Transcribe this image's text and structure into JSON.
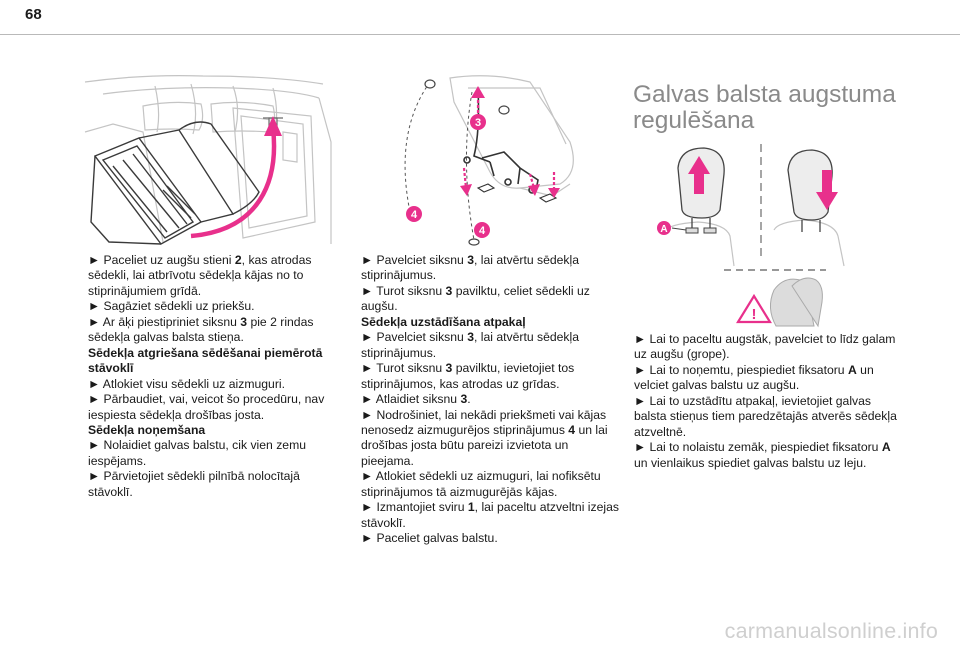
{
  "page_number": "68",
  "heading": [
    "Galvas balsta augstuma",
    "regulēšana"
  ],
  "figures": {
    "label_3": "3",
    "label_4a": "4",
    "label_4b": "4",
    "label_a": "A",
    "warning_symbol": "!",
    "accent_color": "#e8308c"
  },
  "col1": [
    {
      "type": "b",
      "parts": [
        "► Paceliet uz augšu stieni ",
        "2",
        ", kas atrodas sēdekli, lai atbrīvotu sēdekļa kājas no to stiprinājumiem grīdā."
      ]
    },
    {
      "type": "b",
      "parts": [
        "► Sagāziet sēdekli uz priekšu."
      ]
    },
    {
      "type": "b",
      "parts": [
        "► Ar āķi piestipriniet siksnu ",
        "3",
        " pie 2 rindas sēdekļa galvas balsta stieņa."
      ]
    },
    {
      "type": "h",
      "parts": [
        "Sēdekļa atgriešana sēdēšanai piemērotā stāvoklī"
      ]
    },
    {
      "type": "b",
      "parts": [
        "► Atlokiet visu sēdekli uz aizmuguri."
      ]
    },
    {
      "type": "b",
      "parts": [
        "► Pārbaudiet, vai, veicot šo procedūru, nav iespiesta sēdekļa drošības josta."
      ]
    },
    {
      "type": "h",
      "parts": [
        "Sēdekļa noņemšana"
      ]
    },
    {
      "type": "b",
      "parts": [
        "► Nolaidiet galvas balstu, cik vien zemu iespējams."
      ]
    },
    {
      "type": "b",
      "parts": [
        "► Pārvietojiet sēdekli pilnībā nolocītajā stāvoklī."
      ]
    }
  ],
  "col2": [
    {
      "type": "b",
      "parts": [
        "► Pavelciet siksnu ",
        "3",
        ", lai atvērtu sēdekļa stiprinājumus."
      ]
    },
    {
      "type": "b",
      "parts": [
        "► Turot siksnu ",
        "3",
        " pavilktu, celiet sēdekli uz augšu."
      ]
    },
    {
      "type": "h",
      "parts": [
        "Sēdekļa uzstādīšana atpakaļ"
      ]
    },
    {
      "type": "b",
      "parts": [
        "► Pavelciet siksnu ",
        "3",
        ", lai atvērtu sēdekļa stiprinājumus."
      ]
    },
    {
      "type": "b",
      "parts": [
        "► Turot siksnu ",
        "3",
        " pavilktu, ievietojiet tos stiprinājumos, kas atrodas uz grīdas."
      ]
    },
    {
      "type": "b",
      "parts": [
        "► Atlaidiet siksnu ",
        "3",
        "."
      ]
    },
    {
      "type": "b",
      "parts": [
        "► Nodrošiniet, lai nekādi priekšmeti vai kājas nenosedz aizmugurējos stiprinājumus ",
        "4",
        " un lai drošības josta būtu pareizi izvietota un pieejama."
      ]
    },
    {
      "type": "b",
      "parts": [
        "► Atlokiet sēdekli uz aizmuguri, lai nofiksētu stiprinājumos tā aizmugurējās kājas."
      ]
    },
    {
      "type": "b",
      "parts": [
        "► Izmantojiet sviru ",
        "1",
        ", lai paceltu atzveltni izejas stāvoklī."
      ]
    },
    {
      "type": "b",
      "parts": [
        "► Paceliet galvas balstu."
      ]
    }
  ],
  "col3": [
    {
      "type": "b",
      "parts": [
        "► Lai to paceltu augstāk, pavelciet to līdz galam uz augšu (grope)."
      ]
    },
    {
      "type": "b",
      "parts": [
        "► Lai to noņemtu, piespiediet fiksatoru ",
        "A",
        " un velciet galvas balstu uz augšu."
      ]
    },
    {
      "type": "b",
      "parts": [
        "► Lai to uzstādītu atpakaļ, ievietojiet galvas balsta stieņus tiem paredzētajās atverēs sēdekļa atzveltnē."
      ]
    },
    {
      "type": "b",
      "parts": [
        "► Lai to nolaistu zemāk, piespiediet fiksatoru ",
        "A",
        " un vienlaikus spiediet galvas balstu uz leju."
      ]
    }
  ],
  "watermark": "carmanualsonline.info"
}
